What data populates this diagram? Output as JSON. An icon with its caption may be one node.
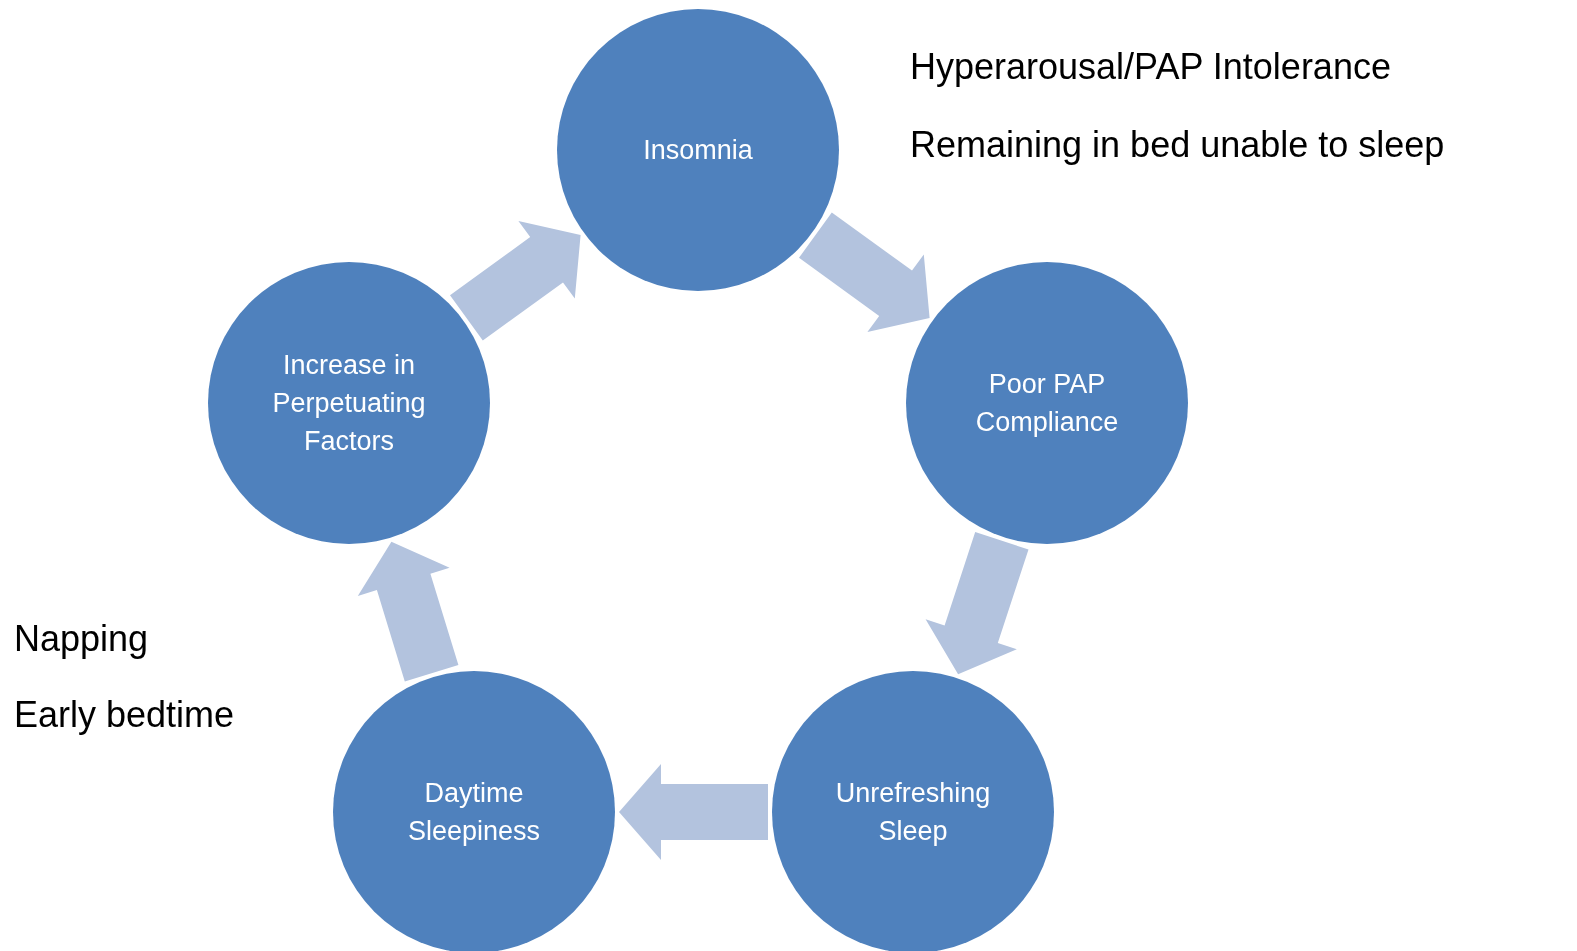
{
  "diagram": {
    "nodes": [
      {
        "text": [
          "Insomnia"
        ]
      },
      {
        "text": [
          "Poor PAP Compliance"
        ]
      },
      {
        "text": [
          "Unrefreshing Sleep"
        ]
      },
      {
        "text": [
          "Daytime Sleepiness"
        ]
      },
      {
        "text": [
          "Increase in Perpetuating Factors"
        ]
      }
    ],
    "edges": [
      {
        "from": 0,
        "to": 1,
        "arrow": "to"
      },
      {
        "from": 1,
        "to": 2,
        "arrow": "to"
      },
      {
        "from": 2,
        "to": 3,
        "arrow": "to"
      },
      {
        "from": 3,
        "to": 4,
        "arrow": "to"
      },
      {
        "from": 4,
        "to": 0,
        "arrow": "to"
      }
    ],
    "labels": [
      "Hyperarousal/PAP Intolerance",
      "Remaining in bed unable to sleep",
      "Napping",
      "Early bedtime"
    ]
  }
}
